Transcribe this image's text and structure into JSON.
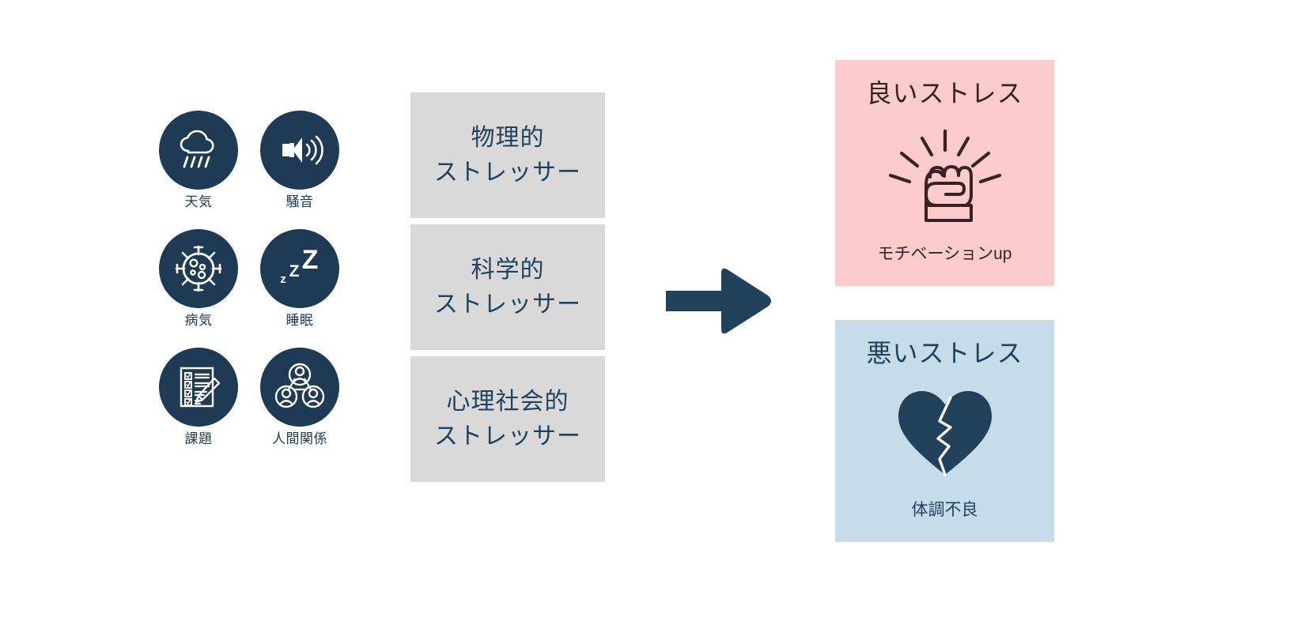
{
  "colors": {
    "navy": "#1f3a54",
    "text_navy": "#22425c",
    "grey_box": "#d9d9d9",
    "good_panel_bg": "#fccbcb",
    "good_panel_ink": "#3a2222",
    "bad_panel_bg": "#c7dcea",
    "page_bg": "#ffffff"
  },
  "sources": {
    "rows": [
      [
        {
          "label": "天気",
          "icon": "rain-cloud-icon"
        },
        {
          "label": "騒音",
          "icon": "speaker-volume-icon"
        }
      ],
      [
        {
          "label": "病気",
          "icon": "virus-icon"
        },
        {
          "label": "睡眠",
          "icon": "sleep-zzz-icon"
        }
      ],
      [
        {
          "label": "課題",
          "icon": "checklist-pencil-icon"
        },
        {
          "label": "人間関係",
          "icon": "people-network-icon"
        }
      ]
    ]
  },
  "categories": [
    {
      "line1": "物理的",
      "line2": "ストレッサー"
    },
    {
      "line1": "科学的",
      "line2": "ストレッサー"
    },
    {
      "line1": "心理社会的",
      "line2": "ストレッサー"
    }
  ],
  "flow": {
    "arrow_icon": "right-arrow-icon"
  },
  "outcomes": [
    {
      "title": "良いストレス",
      "icon": "raised-fist-icon",
      "caption": "モチベーションup"
    },
    {
      "title": "悪いストレス",
      "icon": "broken-heart-icon",
      "caption": "体調不良"
    }
  ]
}
